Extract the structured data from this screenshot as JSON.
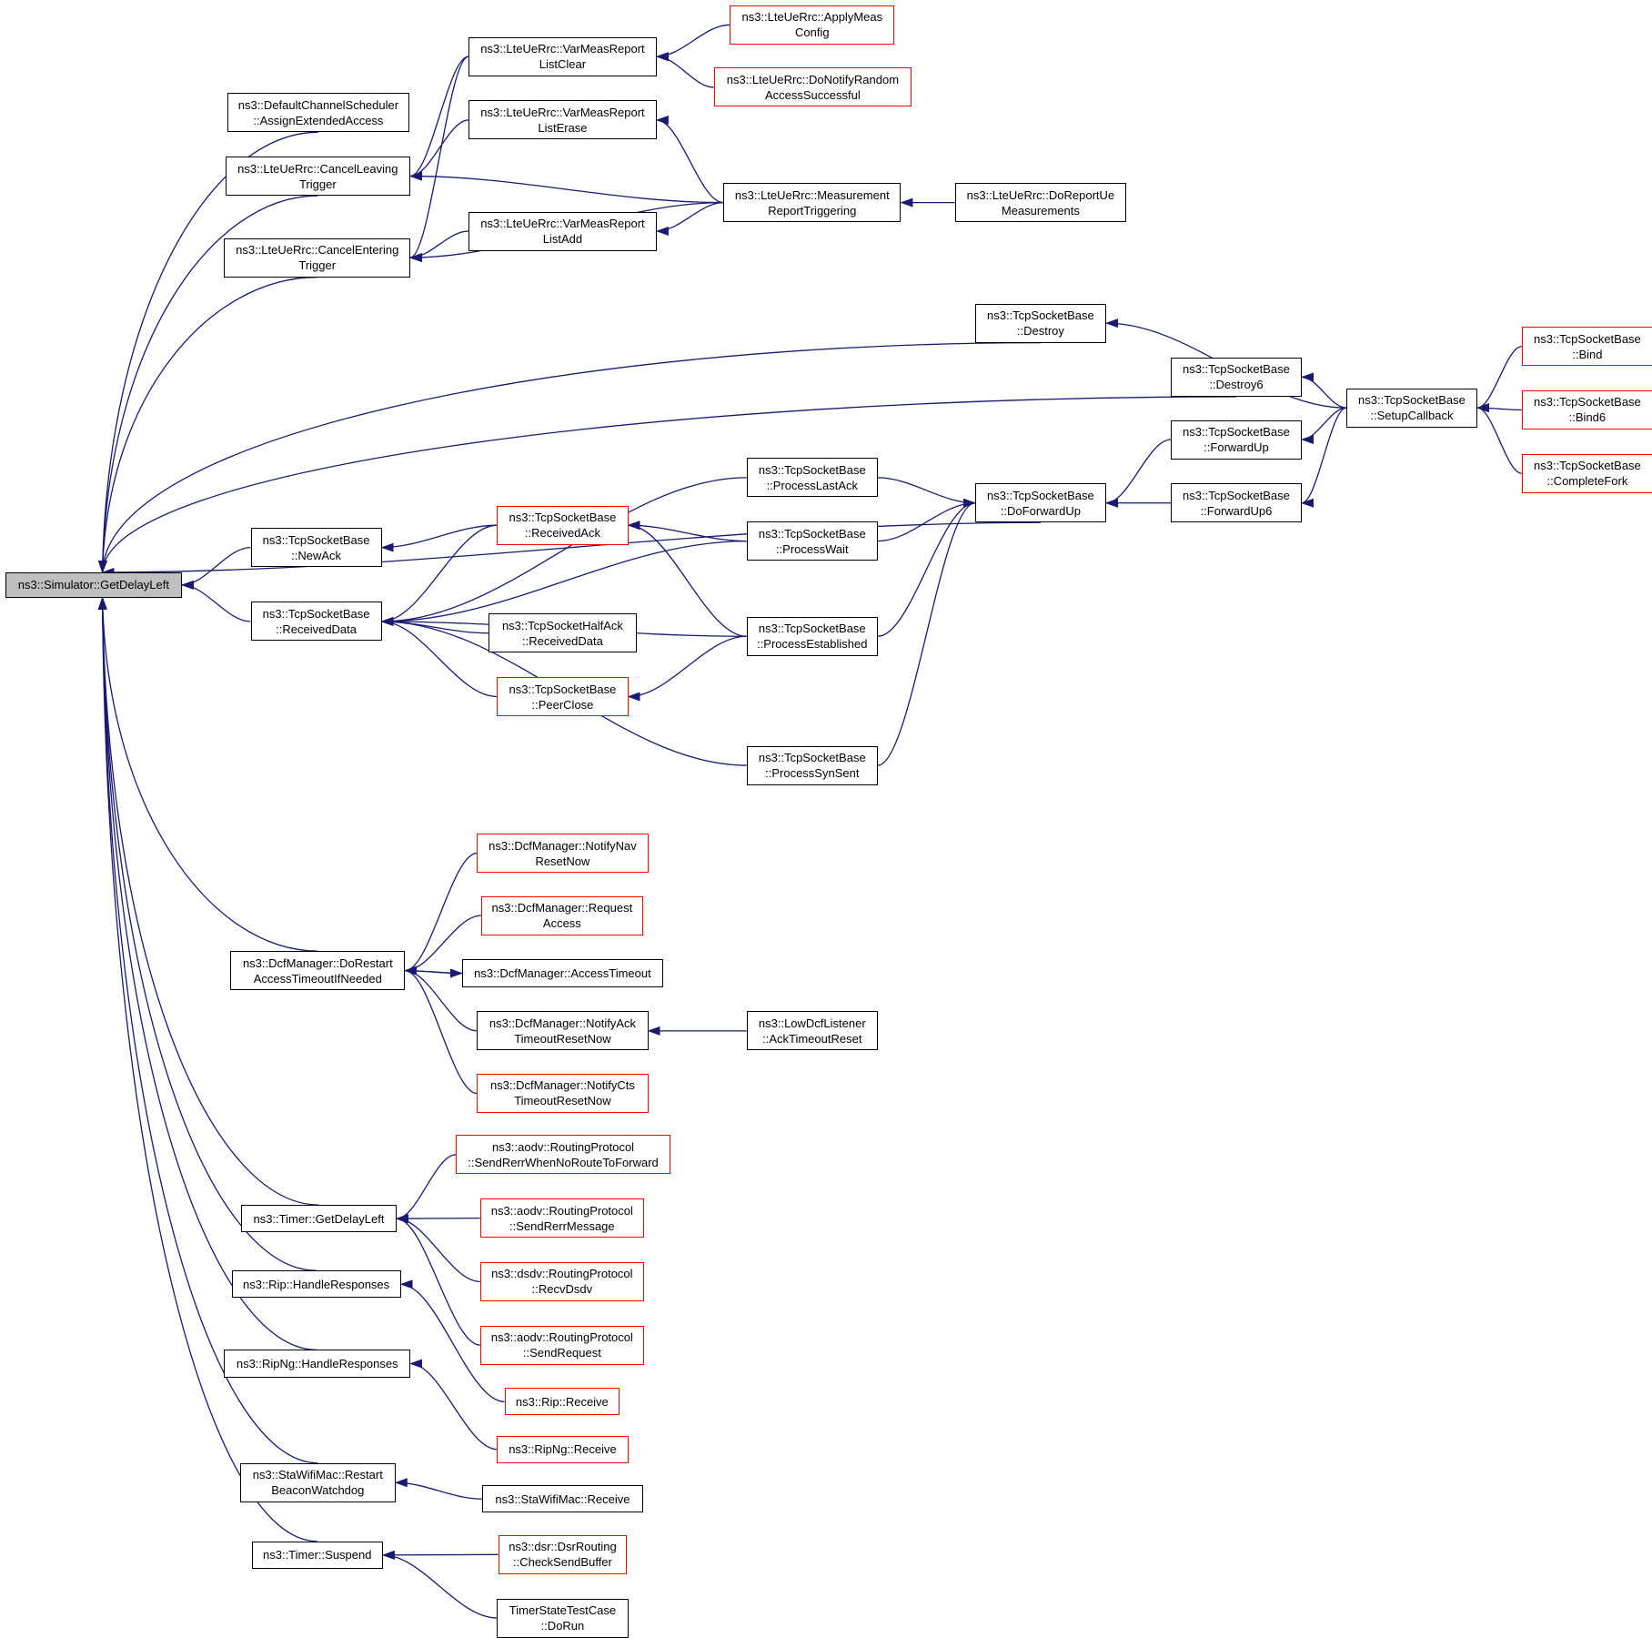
{
  "colors": {
    "edge": "#191970",
    "default_border": "#000000",
    "highlight_border": "#ff0000",
    "root_fill": "#bfbfbf"
  },
  "nodes": [
    {
      "id": "root",
      "label": "ns3::Simulator::GetDelayLeft",
      "style": "root"
    },
    {
      "id": "dcs",
      "label": "ns3::DefaultChannelScheduler\n::AssignExtendedAccess",
      "style": "black"
    },
    {
      "id": "ccl",
      "label": "ns3::LteUeRrc::CancelLeaving\nTrigger",
      "style": "black"
    },
    {
      "id": "cce",
      "label": "ns3::LteUeRrc::CancelEntering\nTrigger",
      "style": "black"
    },
    {
      "id": "vmc",
      "label": "ns3::LteUeRrc::VarMeasReport\nListClear",
      "style": "black"
    },
    {
      "id": "vme",
      "label": "ns3::LteUeRrc::VarMeasReport\nListErase",
      "style": "black"
    },
    {
      "id": "vma",
      "label": "ns3::LteUeRrc::VarMeasReport\nListAdd",
      "style": "black"
    },
    {
      "id": "amc",
      "label": "ns3::LteUeRrc::ApplyMeas\nConfig",
      "style": "red"
    },
    {
      "id": "dnr",
      "label": "ns3::LteUeRrc::DoNotifyRandom\nAccessSuccessful",
      "style": "red"
    },
    {
      "id": "mrt",
      "label": "ns3::LteUeRrc::Measurement\nReportTriggering",
      "style": "black"
    },
    {
      "id": "drm",
      "label": "ns3::LteUeRrc::DoReportUe\nMeasurements",
      "style": "black"
    },
    {
      "id": "tdes",
      "label": "ns3::TcpSocketBase\n::Destroy",
      "style": "black"
    },
    {
      "id": "tdes6",
      "label": "ns3::TcpSocketBase\n::Destroy6",
      "style": "black"
    },
    {
      "id": "tsc",
      "label": "ns3::TcpSocketBase\n::SetupCallback",
      "style": "black"
    },
    {
      "id": "tbind",
      "label": "ns3::TcpSocketBase\n::Bind",
      "style": "red"
    },
    {
      "id": "tbind6",
      "label": "ns3::TcpSocketBase\n::Bind6",
      "style": "red"
    },
    {
      "id": "tcf",
      "label": "ns3::TcpSocketBase\n::CompleteFork",
      "style": "red"
    },
    {
      "id": "tfu",
      "label": "ns3::TcpSocketBase\n::ForwardUp",
      "style": "black"
    },
    {
      "id": "tfu6",
      "label": "ns3::TcpSocketBase\n::ForwardUp6",
      "style": "black"
    },
    {
      "id": "tdfu",
      "label": "ns3::TcpSocketBase\n::DoForwardUp",
      "style": "black"
    },
    {
      "id": "tpla",
      "label": "ns3::TcpSocketBase\n::ProcessLastAck",
      "style": "black"
    },
    {
      "id": "tpw",
      "label": "ns3::TcpSocketBase\n::ProcessWait",
      "style": "black"
    },
    {
      "id": "tpe",
      "label": "ns3::TcpSocketBase\n::ProcessEstablished",
      "style": "black"
    },
    {
      "id": "tpss",
      "label": "ns3::TcpSocketBase\n::ProcessSynSent",
      "style": "black"
    },
    {
      "id": "tna",
      "label": "ns3::TcpSocketBase\n::NewAck",
      "style": "black"
    },
    {
      "id": "tra",
      "label": "ns3::TcpSocketBase\n::ReceivedAck",
      "style": "red"
    },
    {
      "id": "trd",
      "label": "ns3::TcpSocketBase\n::ReceivedData",
      "style": "black"
    },
    {
      "id": "thard",
      "label": "ns3::TcpSocketHalfAck\n::ReceivedData",
      "style": "black"
    },
    {
      "id": "tpc",
      "label": "ns3::TcpSocketBase\n::PeerClose",
      "style": "red"
    },
    {
      "id": "dmnn",
      "label": "ns3::DcfManager::NotifyNav\nResetNow",
      "style": "red"
    },
    {
      "id": "dmra",
      "label": "ns3::DcfManager::Request\nAccess",
      "style": "red"
    },
    {
      "id": "dmat",
      "label": "ns3::DcfManager::AccessTimeout",
      "style": "black"
    },
    {
      "id": "dmna",
      "label": "ns3::DcfManager::NotifyAck\nTimeoutResetNow",
      "style": "black"
    },
    {
      "id": "dmnc",
      "label": "ns3::DcfManager::NotifyCts\nTimeoutResetNow",
      "style": "red"
    },
    {
      "id": "dmdr",
      "label": "ns3::DcfManager::DoRestart\nAccessTimeoutIfNeeded",
      "style": "black"
    },
    {
      "id": "ldl",
      "label": "ns3::LowDcfListener\n::AckTimeoutReset",
      "style": "black"
    },
    {
      "id": "aosr",
      "label": "ns3::aodv::RoutingProtocol\n::SendRerrWhenNoRouteToForward",
      "style": "red"
    },
    {
      "id": "aosm",
      "label": "ns3::aodv::RoutingProtocol\n::SendRerrMessage",
      "style": "red"
    },
    {
      "id": "dsrv",
      "label": "ns3::dsdv::RoutingProtocol\n::RecvDsdv",
      "style": "red"
    },
    {
      "id": "aosq",
      "label": "ns3::aodv::RoutingProtocol\n::SendRequest",
      "style": "red"
    },
    {
      "id": "tgd",
      "label": "ns3::Timer::GetDelayLeft",
      "style": "black"
    },
    {
      "id": "rhr",
      "label": "ns3::Rip::HandleResponses",
      "style": "black"
    },
    {
      "id": "rngh",
      "label": "ns3::RipNg::HandleResponses",
      "style": "black"
    },
    {
      "id": "rrec",
      "label": "ns3::Rip::Receive",
      "style": "red"
    },
    {
      "id": "rngr",
      "label": "ns3::RipNg::Receive",
      "style": "red"
    },
    {
      "id": "swrb",
      "label": "ns3::StaWifiMac::Restart\nBeaconWatchdog",
      "style": "black"
    },
    {
      "id": "swr",
      "label": "ns3::StaWifiMac::Receive",
      "style": "black"
    },
    {
      "id": "tsus",
      "label": "ns3::Timer::Suspend",
      "style": "black"
    },
    {
      "id": "dsrc",
      "label": "ns3::dsr::DsrRouting\n::CheckSendBuffer",
      "style": "red"
    },
    {
      "id": "tstc",
      "label": "TimerStateTestCase\n::DoRun",
      "style": "black"
    }
  ],
  "edges": [
    {
      "from": "dcs",
      "to": "root"
    },
    {
      "from": "ccl",
      "to": "root"
    },
    {
      "from": "cce",
      "to": "root"
    },
    {
      "from": "vmc",
      "to": "ccl"
    },
    {
      "from": "vmc",
      "to": "cce"
    },
    {
      "from": "vme",
      "to": "ccl"
    },
    {
      "from": "mrt",
      "to": "ccl"
    },
    {
      "from": "vma",
      "to": "cce"
    },
    {
      "from": "mrt",
      "to": "cce"
    },
    {
      "from": "amc",
      "to": "vmc"
    },
    {
      "from": "dnr",
      "to": "vmc"
    },
    {
      "from": "mrt",
      "to": "vme"
    },
    {
      "from": "mrt",
      "to": "vma"
    },
    {
      "from": "drm",
      "to": "mrt"
    },
    {
      "from": "tdes",
      "to": "root"
    },
    {
      "from": "tsc",
      "to": "tdes"
    },
    {
      "from": "tdes6",
      "to": "root"
    },
    {
      "from": "tsc",
      "to": "tdes6"
    },
    {
      "from": "tbind",
      "to": "tsc"
    },
    {
      "from": "tbind6",
      "to": "tsc"
    },
    {
      "from": "tcf",
      "to": "tsc"
    },
    {
      "from": "tdfu",
      "to": "root"
    },
    {
      "from": "tfu",
      "to": "tdfu"
    },
    {
      "from": "tfu6",
      "to": "tdfu"
    },
    {
      "from": "tsc",
      "to": "tfu"
    },
    {
      "from": "tsc",
      "to": "tfu6"
    },
    {
      "from": "tpla",
      "to": "tdfu"
    },
    {
      "from": "tpw",
      "to": "tdfu"
    },
    {
      "from": "tpe",
      "to": "tdfu"
    },
    {
      "from": "tpss",
      "to": "tdfu"
    },
    {
      "from": "tna",
      "to": "root"
    },
    {
      "from": "tra",
      "to": "tna"
    },
    {
      "from": "tpw",
      "to": "tra"
    },
    {
      "from": "tpe",
      "to": "tra"
    },
    {
      "from": "trd",
      "to": "root"
    },
    {
      "from": "tpla",
      "to": "trd"
    },
    {
      "from": "tra",
      "to": "trd"
    },
    {
      "from": "tpw",
      "to": "trd"
    },
    {
      "from": "thard",
      "to": "trd"
    },
    {
      "from": "tpc",
      "to": "trd"
    },
    {
      "from": "tpe",
      "to": "trd"
    },
    {
      "from": "tpss",
      "to": "trd"
    },
    {
      "from": "tpe",
      "to": "tpc"
    },
    {
      "from": "dmdr",
      "to": "root"
    },
    {
      "from": "dmnn",
      "to": "dmdr"
    },
    {
      "from": "dmra",
      "to": "dmdr"
    },
    {
      "from": "dmat",
      "to": "dmdr"
    },
    {
      "from": "dmdr",
      "to": "dmat"
    },
    {
      "from": "dmna",
      "to": "dmdr"
    },
    {
      "from": "dmnc",
      "to": "dmdr"
    },
    {
      "from": "ldl",
      "to": "dmna"
    },
    {
      "from": "tgd",
      "to": "root"
    },
    {
      "from": "aosr",
      "to": "tgd"
    },
    {
      "from": "aosm",
      "to": "tgd"
    },
    {
      "from": "dsrv",
      "to": "tgd"
    },
    {
      "from": "aosq",
      "to": "tgd"
    },
    {
      "from": "rhr",
      "to": "root"
    },
    {
      "from": "rrec",
      "to": "rhr"
    },
    {
      "from": "rngh",
      "to": "root"
    },
    {
      "from": "rngr",
      "to": "rngh"
    },
    {
      "from": "swrb",
      "to": "root"
    },
    {
      "from": "swr",
      "to": "swrb"
    },
    {
      "from": "tsus",
      "to": "root"
    },
    {
      "from": "dsrc",
      "to": "tsus"
    },
    {
      "from": "tstc",
      "to": "tsus"
    }
  ]
}
